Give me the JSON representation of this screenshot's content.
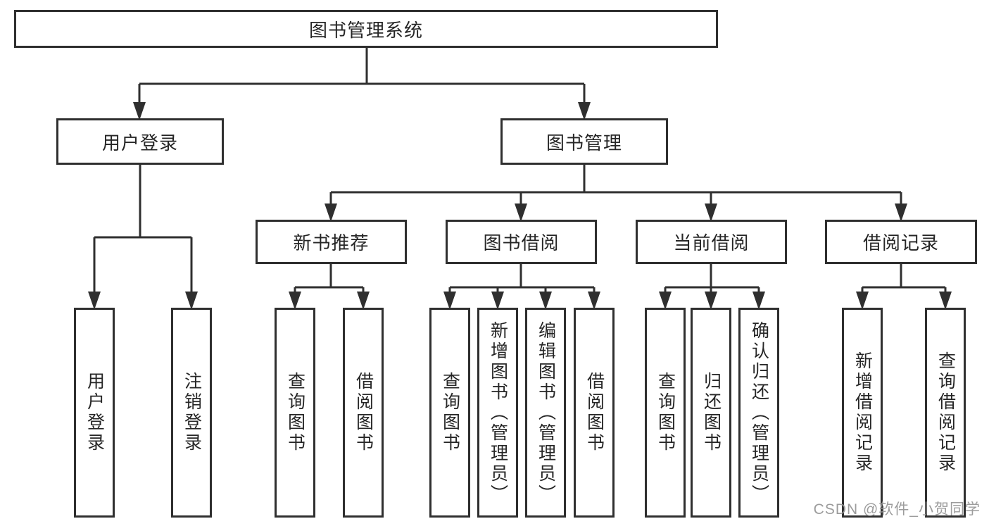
{
  "diagram": {
    "tree": {
      "label": "图书管理系统",
      "children": [
        {
          "label": "用户登录",
          "children": [
            {
              "label": "用户登录"
            },
            {
              "label": "注销登录"
            }
          ]
        },
        {
          "label": "图书管理",
          "children": [
            {
              "label": "新书推荐",
              "children": [
                {
                  "label": "查询图书"
                },
                {
                  "label": "借阅图书"
                }
              ]
            },
            {
              "label": "图书借阅",
              "children": [
                {
                  "label": "查询图书"
                },
                {
                  "label": "新增图书（管理员）"
                },
                {
                  "label": "编辑图书（管理员）"
                },
                {
                  "label": "借阅图书"
                }
              ]
            },
            {
              "label": "当前借阅",
              "children": [
                {
                  "label": "查询图书"
                },
                {
                  "label": "归还图书"
                },
                {
                  "label": "确认归还（管理员）"
                }
              ]
            },
            {
              "label": "借阅记录",
              "children": [
                {
                  "label": "新增借阅记录"
                },
                {
                  "label": "查询借阅记录"
                }
              ]
            }
          ]
        }
      ]
    },
    "colors": {
      "border": "#2f2f2f",
      "connector": "#2f2f2f",
      "text": "#262626",
      "background": "#ffffff"
    }
  },
  "watermark": {
    "text": "CSDN @软件_小贺同学",
    "color": "#949494"
  }
}
